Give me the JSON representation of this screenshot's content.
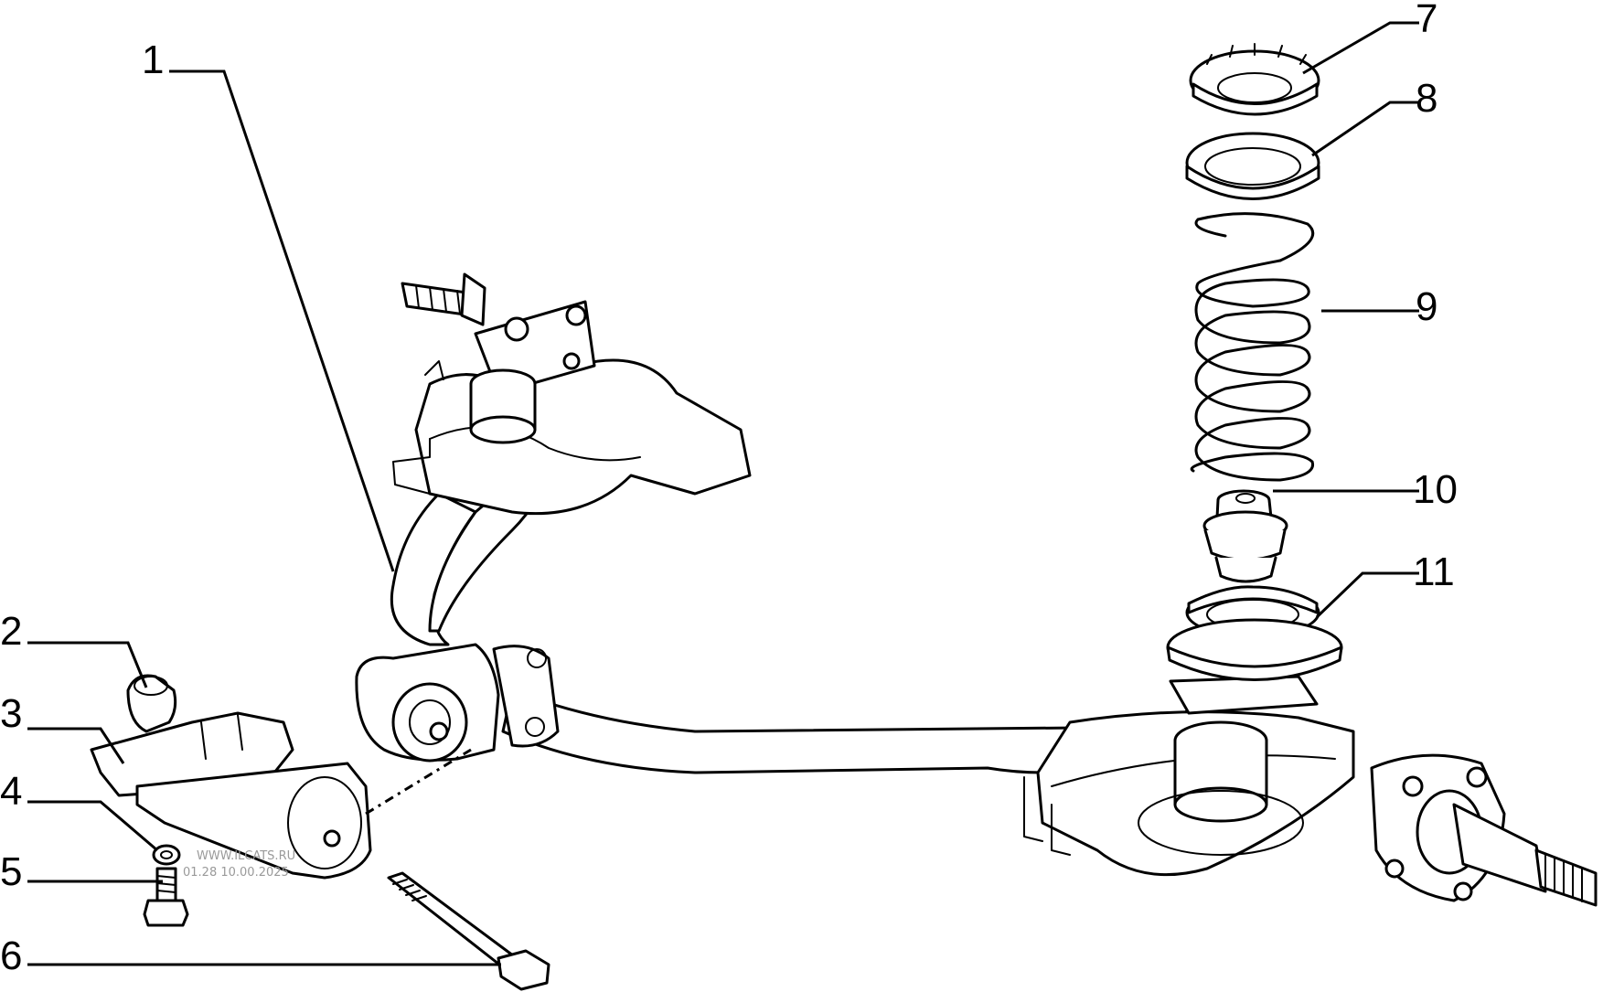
{
  "callouts": [
    {
      "id": "1",
      "text": "1"
    },
    {
      "id": "2",
      "text": "2"
    },
    {
      "id": "3",
      "text": "3"
    },
    {
      "id": "4",
      "text": "4"
    },
    {
      "id": "5",
      "text": "5"
    },
    {
      "id": "6",
      "text": "6"
    },
    {
      "id": "7",
      "text": "7"
    },
    {
      "id": "8",
      "text": "8"
    },
    {
      "id": "9",
      "text": "9"
    },
    {
      "id": "10",
      "text": "10"
    },
    {
      "id": "11",
      "text": "11"
    }
  ],
  "watermark": {
    "line1": "WWW.ILCATS.RU",
    "line2": "01.28 10.00.2025"
  }
}
